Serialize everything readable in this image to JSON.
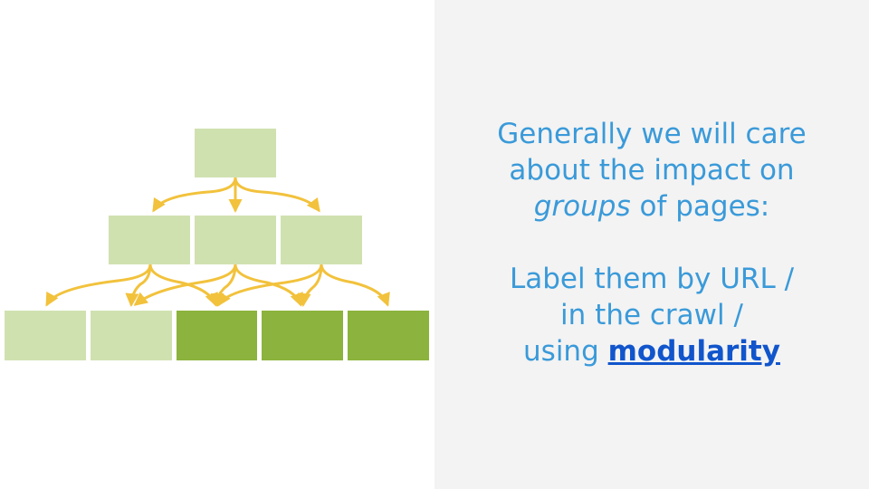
{
  "slide": {
    "line1": "Generally we will care",
    "line2": "about the impact on",
    "line3_em": "groups",
    "line3_rest": " of pages:",
    "line4": "Label them by URL /",
    "line5": "in the crawl /",
    "line6_prefix": "using ",
    "link_text": "modularity"
  },
  "colors": {
    "light_green": "#d0e1b0",
    "dark_green": "#8cb33d",
    "edge_yellow": "#f2c23c",
    "text_blue": "#3a9ad9",
    "link_blue": "#1155cc",
    "right_bg": "#f3f3f3"
  },
  "diagram": {
    "levels": [
      {
        "nodes": [
          {
            "shade": "light"
          }
        ]
      },
      {
        "nodes": [
          {
            "shade": "light"
          },
          {
            "shade": "light"
          },
          {
            "shade": "light"
          }
        ]
      },
      {
        "nodes": [
          {
            "shade": "light"
          },
          {
            "shade": "light"
          },
          {
            "shade": "dark"
          },
          {
            "shade": "dark"
          },
          {
            "shade": "dark"
          }
        ]
      }
    ]
  }
}
